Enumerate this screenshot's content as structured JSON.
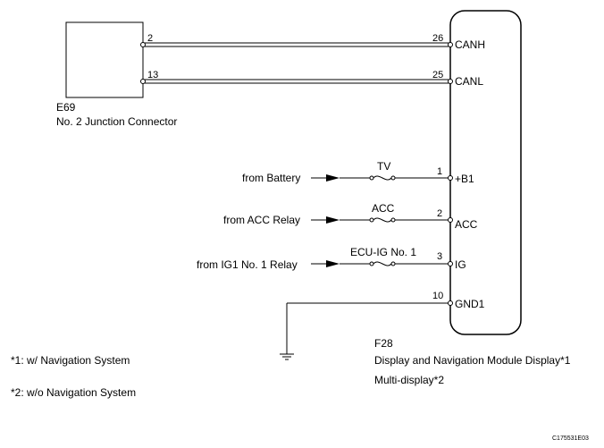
{
  "connector_e69": {
    "code": "E69",
    "name": "No. 2 Junction Connector",
    "pins": [
      "2",
      "13"
    ]
  },
  "module_f28": {
    "code": "F28",
    "name_line1": "Display and Navigation Module Display*1",
    "name_line2": "Multi-display*2",
    "terminals": [
      {
        "pin": "26",
        "name": "CANH"
      },
      {
        "pin": "25",
        "name": "CANL"
      },
      {
        "pin": "1",
        "name": "+B1"
      },
      {
        "pin": "2",
        "name": "ACC"
      },
      {
        "pin": "3",
        "name": "IG"
      },
      {
        "pin": "10",
        "name": "GND1"
      }
    ]
  },
  "inputs": [
    {
      "source": "from Battery",
      "fuse": "TV"
    },
    {
      "source": "from ACC Relay",
      "fuse": "ACC"
    },
    {
      "source": "from IG1 No. 1 Relay",
      "fuse": "ECU-IG No. 1"
    }
  ],
  "notes": {
    "note1": "*1: w/ Navigation System",
    "note2": "*2: w/o Navigation System"
  },
  "figure_code": "C175531E03"
}
